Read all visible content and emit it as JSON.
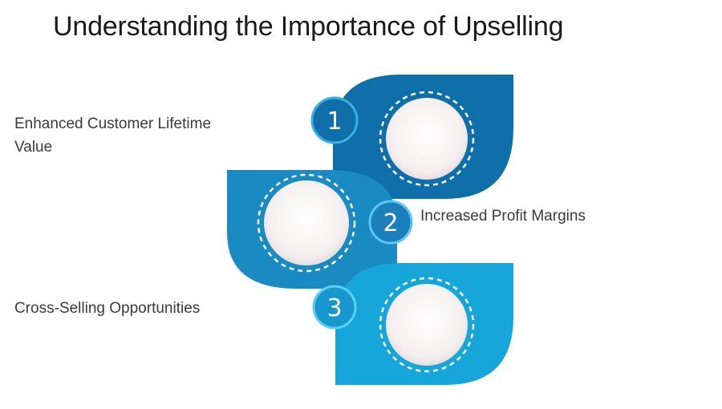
{
  "title": "Understanding the Importance of Upselling",
  "items": [
    {
      "number": "1",
      "label_line1": "Enhanced Customer Lifetime",
      "label_line2": "Value",
      "color": "#0f6fa8"
    },
    {
      "number": "2",
      "label_line1": "Increased Profit Margins",
      "color": "#1a8ac2"
    },
    {
      "number": "3",
      "label_line1": "Cross-Selling Opportunities",
      "color": "#17a6da"
    }
  ],
  "colors": {
    "dark_blue": "#0f6fa8",
    "medium_blue": "#1a8ac2",
    "light_blue": "#17a6da",
    "circle_fill": "#f7f3f3",
    "text": "#3a3a3a"
  }
}
